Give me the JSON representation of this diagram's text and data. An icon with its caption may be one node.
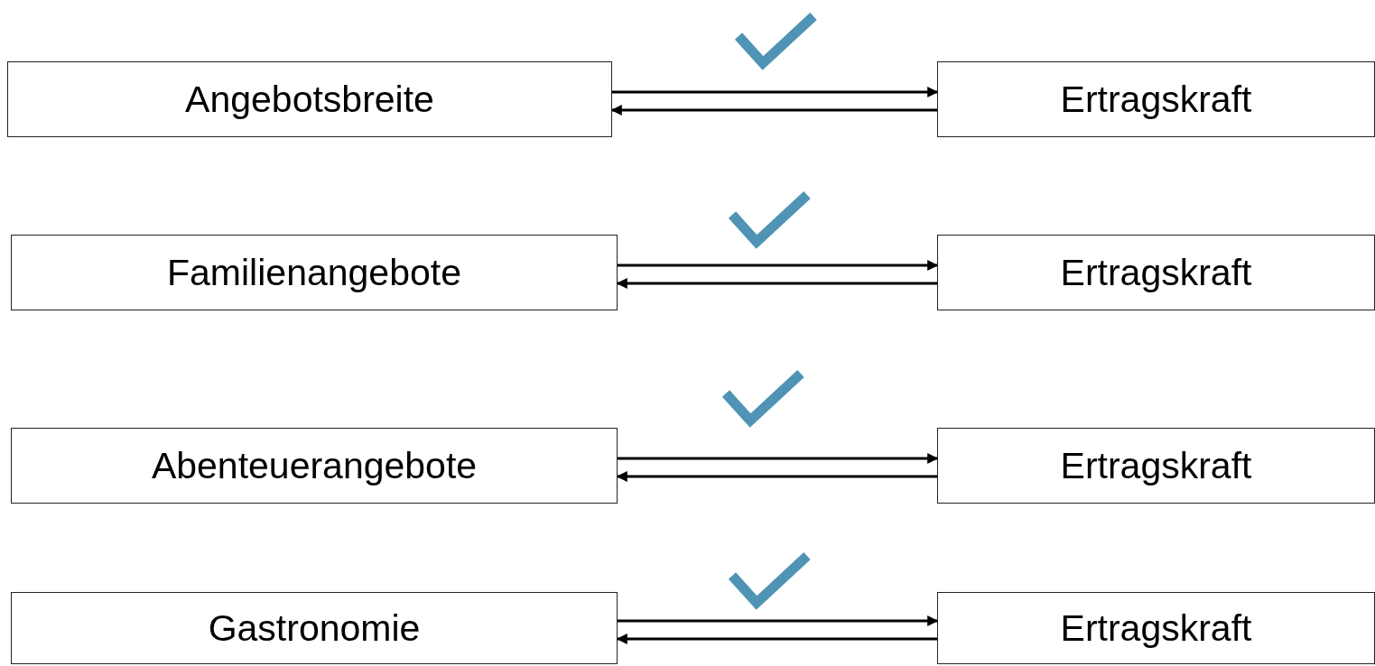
{
  "diagram": {
    "nodes": [
      {
        "text": [
          "Angebotsbreite"
        ]
      },
      {
        "text": [
          "Ertragskraft"
        ]
      },
      {
        "text": [
          "Familienangebote"
        ]
      },
      {
        "text": [
          "Ertragskraft"
        ]
      },
      {
        "text": [
          "Abenteuerangebote"
        ]
      },
      {
        "text": [
          "Ertragskraft"
        ]
      },
      {
        "text": [
          "Gastronomie"
        ]
      },
      {
        "text": [
          "Ertragskraft"
        ]
      }
    ],
    "edges": [
      {
        "from": 0,
        "to": 1,
        "arrow": "to"
      },
      {
        "from": 1,
        "to": 0,
        "arrow": "to"
      },
      {
        "from": 2,
        "to": 3,
        "arrow": "to"
      },
      {
        "from": 3,
        "to": 2,
        "arrow": "to"
      },
      {
        "from": 4,
        "to": 5,
        "arrow": "to"
      },
      {
        "from": 5,
        "to": 4,
        "arrow": "to"
      },
      {
        "from": 6,
        "to": 7,
        "arrow": "to"
      },
      {
        "from": 7,
        "to": 6,
        "arrow": "to"
      }
    ]
  }
}
